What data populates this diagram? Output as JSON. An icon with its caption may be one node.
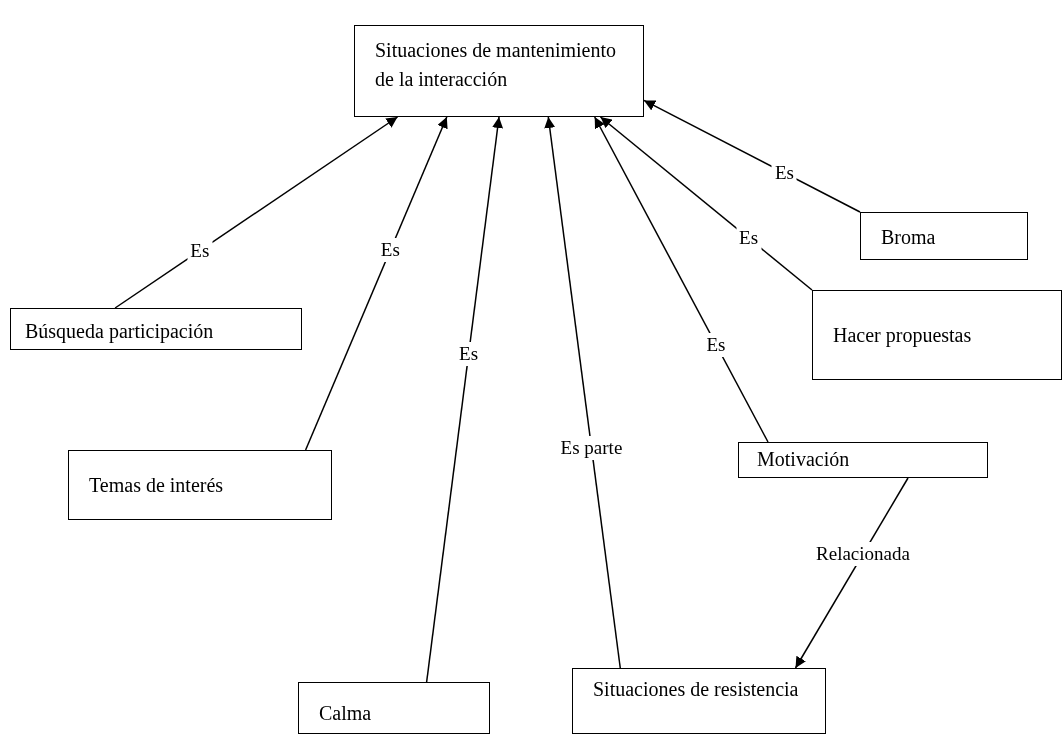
{
  "diagram": {
    "nodes": [
      {
        "text": [
          "Situaciones de mantenimiento de la interacción"
        ]
      },
      {
        "text": [
          "Broma"
        ]
      },
      {
        "text": [
          "Hacer propuestas"
        ]
      },
      {
        "text": [
          "Búsqueda participación"
        ]
      },
      {
        "text": [
          "Motivación"
        ]
      },
      {
        "text": [
          "Temas de interés"
        ]
      },
      {
        "text": [
          "Calma"
        ]
      },
      {
        "text": [
          "Situaciones de resistencia"
        ]
      }
    ],
    "edges": [
      {
        "from": 1,
        "to": 0,
        "arrow": "to",
        "label": "Es"
      },
      {
        "from": 2,
        "to": 0,
        "arrow": "to",
        "label": "Es"
      },
      {
        "from": 3,
        "to": 0,
        "arrow": "to",
        "label": "Es"
      },
      {
        "from": 5,
        "to": 0,
        "arrow": "to",
        "label": "Es"
      },
      {
        "from": 6,
        "to": 0,
        "arrow": "to",
        "label": "Es"
      },
      {
        "from": 7,
        "to": 0,
        "arrow": "to",
        "label": "Es parte"
      },
      {
        "from": 4,
        "to": 0,
        "arrow": "to",
        "label": "Es"
      },
      {
        "from": 4,
        "to": 7,
        "arrow": "to",
        "label": "Relacionada"
      }
    ]
  }
}
